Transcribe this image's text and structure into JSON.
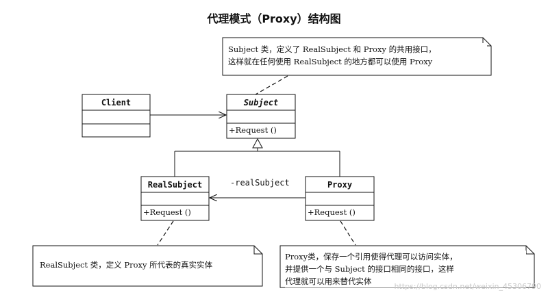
{
  "title": "代理模式（Proxy）结构图",
  "notes": {
    "subject": "Subject 类，定义了 RealSubject 和 Proxy 的共用接口，\n这样就在任何使用 RealSubject 的地方都可以使用 Proxy",
    "realsubject": "RealSubject 类，定义 Proxy 所代表的真实实体",
    "proxy": "Proxy类，保存一个引用使得代理可以访问实体，\n并提供一个与 Subject 的接口相同的接口，这样\n代理就可以用来替代实体"
  },
  "classes": {
    "client": {
      "name": "Client"
    },
    "subject": {
      "name": "Subject",
      "operation": "+Request ()"
    },
    "realsubject": {
      "name": "RealSubject",
      "operation": "+Request ()"
    },
    "proxy": {
      "name": "Proxy",
      "operation": "+Request ()"
    }
  },
  "association_label": "-realSubject",
  "watermark": "https://blog.csdn.net/weixin_45306790"
}
